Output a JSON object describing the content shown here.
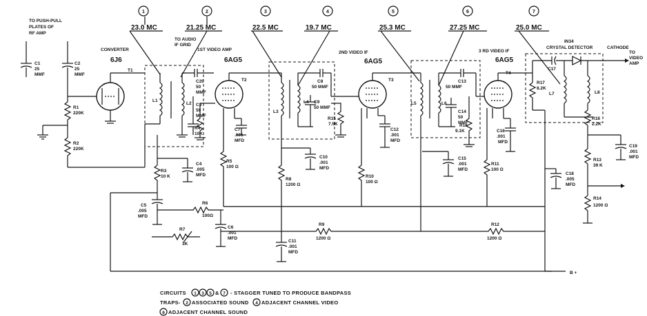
{
  "header": {
    "rf_note": [
      "TO PUSH-PULL",
      "PLATES OF",
      "RF AMP"
    ],
    "audio_note": [
      "TO AUDIO",
      "IF GRID"
    ],
    "detector_note": [
      "IN34",
      "CRYSTAL DETECTOR"
    ],
    "cathode_note": "CATHODE",
    "video_note": [
      "TO",
      "VIDEO",
      "AMP"
    ],
    "bplus": "B +"
  },
  "circuits": [
    {
      "num": "1",
      "freq": "23.0 MC"
    },
    {
      "num": "2",
      "freq": "21.25 MC"
    },
    {
      "num": "3",
      "freq": "22.5 MC"
    },
    {
      "num": "4",
      "freq": "19.7 MC"
    },
    {
      "num": "5",
      "freq": "25.3 MC"
    },
    {
      "num": "6",
      "freq": "27.25 MC"
    },
    {
      "num": "7",
      "freq": "25.0 MC"
    }
  ],
  "stages": [
    {
      "name": "CONVERTER",
      "tube": "6J6",
      "transformer": "T1"
    },
    {
      "name": "1ST VIDEO AMP",
      "tube": "6AG5",
      "transformer": "T2"
    },
    {
      "name": "2ND VIDEO IF",
      "tube": "6AG5",
      "transformer": "T3"
    },
    {
      "name": "3 RD VIDEO IF",
      "tube": "6AG5",
      "transformer": "T4"
    }
  ],
  "components": {
    "C1": [
      "C1",
      "25",
      "MMF"
    ],
    "C2": [
      "C2",
      "25",
      "MMF"
    ],
    "R1": [
      "R1",
      "220K"
    ],
    "R2": [
      "R2",
      "220K"
    ],
    "L1": "L1",
    "L2": "L2",
    "C20": [
      "C20",
      "50",
      "MMF"
    ],
    "C3": [
      "C3",
      "50",
      "MMF"
    ],
    "R4": [
      "R4",
      "10K"
    ],
    "R3": [
      "R3",
      "10 K"
    ],
    "C4": [
      "C4",
      ".005",
      "MFD"
    ],
    "C5": [
      "C5",
      ".005",
      "MFD"
    ],
    "R6": [
      "R6",
      "100Ω"
    ],
    "R7": [
      "R7",
      "3K"
    ],
    "C6": [
      "C6",
      ".001",
      "MFD"
    ],
    "C7": [
      "C7",
      ".001",
      "MFD"
    ],
    "R5": [
      "R5",
      "100 Ω"
    ],
    "L3": "L3",
    "L4": "L4",
    "C8": [
      "C8",
      "50 MMF"
    ],
    "C9": [
      "C9",
      "50 MMF"
    ],
    "R15": [
      "R15",
      "7.5K"
    ],
    "C10": [
      "C10",
      ".001",
      "MFD"
    ],
    "R8": [
      "R8",
      "1200 Ω"
    ],
    "C11": [
      "C11",
      ".001",
      "MFD"
    ],
    "R9": [
      "R9",
      "1200 Ω"
    ],
    "C12": [
      "C12",
      ".001",
      "MFD"
    ],
    "R10": [
      "R10",
      "100 Ω"
    ],
    "L5": "L5",
    "L6": "L6",
    "C13": [
      "C13",
      "50 MMF"
    ],
    "C14": [
      "C14",
      "50",
      "MMF"
    ],
    "R16": [
      "R16",
      "9.1K"
    ],
    "C15": [
      "C15",
      ".001",
      "MFD"
    ],
    "C16": [
      "C16",
      ".001",
      "MFD"
    ],
    "R11": [
      "R11",
      "100 Ω"
    ],
    "R12": [
      "R12",
      "1200 Ω"
    ],
    "C17": "C17",
    "R17": [
      "R17",
      "8.2K"
    ],
    "L7": "L7",
    "L8": "L8",
    "R18": [
      "R18",
      "2.2K"
    ],
    "C18": [
      "C18",
      ".005",
      "MFD"
    ],
    "C19": [
      "C19",
      ".001",
      "MFD"
    ],
    "R13": [
      "R13",
      "39 K"
    ],
    "R14": [
      "R14",
      "1200 Ω"
    ]
  },
  "legend": {
    "row1_prefix": "CIRCUITS",
    "row1_nums": [
      "1",
      "3",
      "5",
      "7"
    ],
    "row1_text": "- STAGGER TUNED TO PRODUCE BANDPASS",
    "row2_prefix": "TRAPS-",
    "row2_num_a": "2",
    "row2_text_a": "ASSOCIATED SOUND",
    "row2_num_b": "4",
    "row2_text_b": "ADJACENT CHANNEL VIDEO",
    "row3_num": "6",
    "row3_text": "ADJACENT CHANNEL SOUND"
  }
}
